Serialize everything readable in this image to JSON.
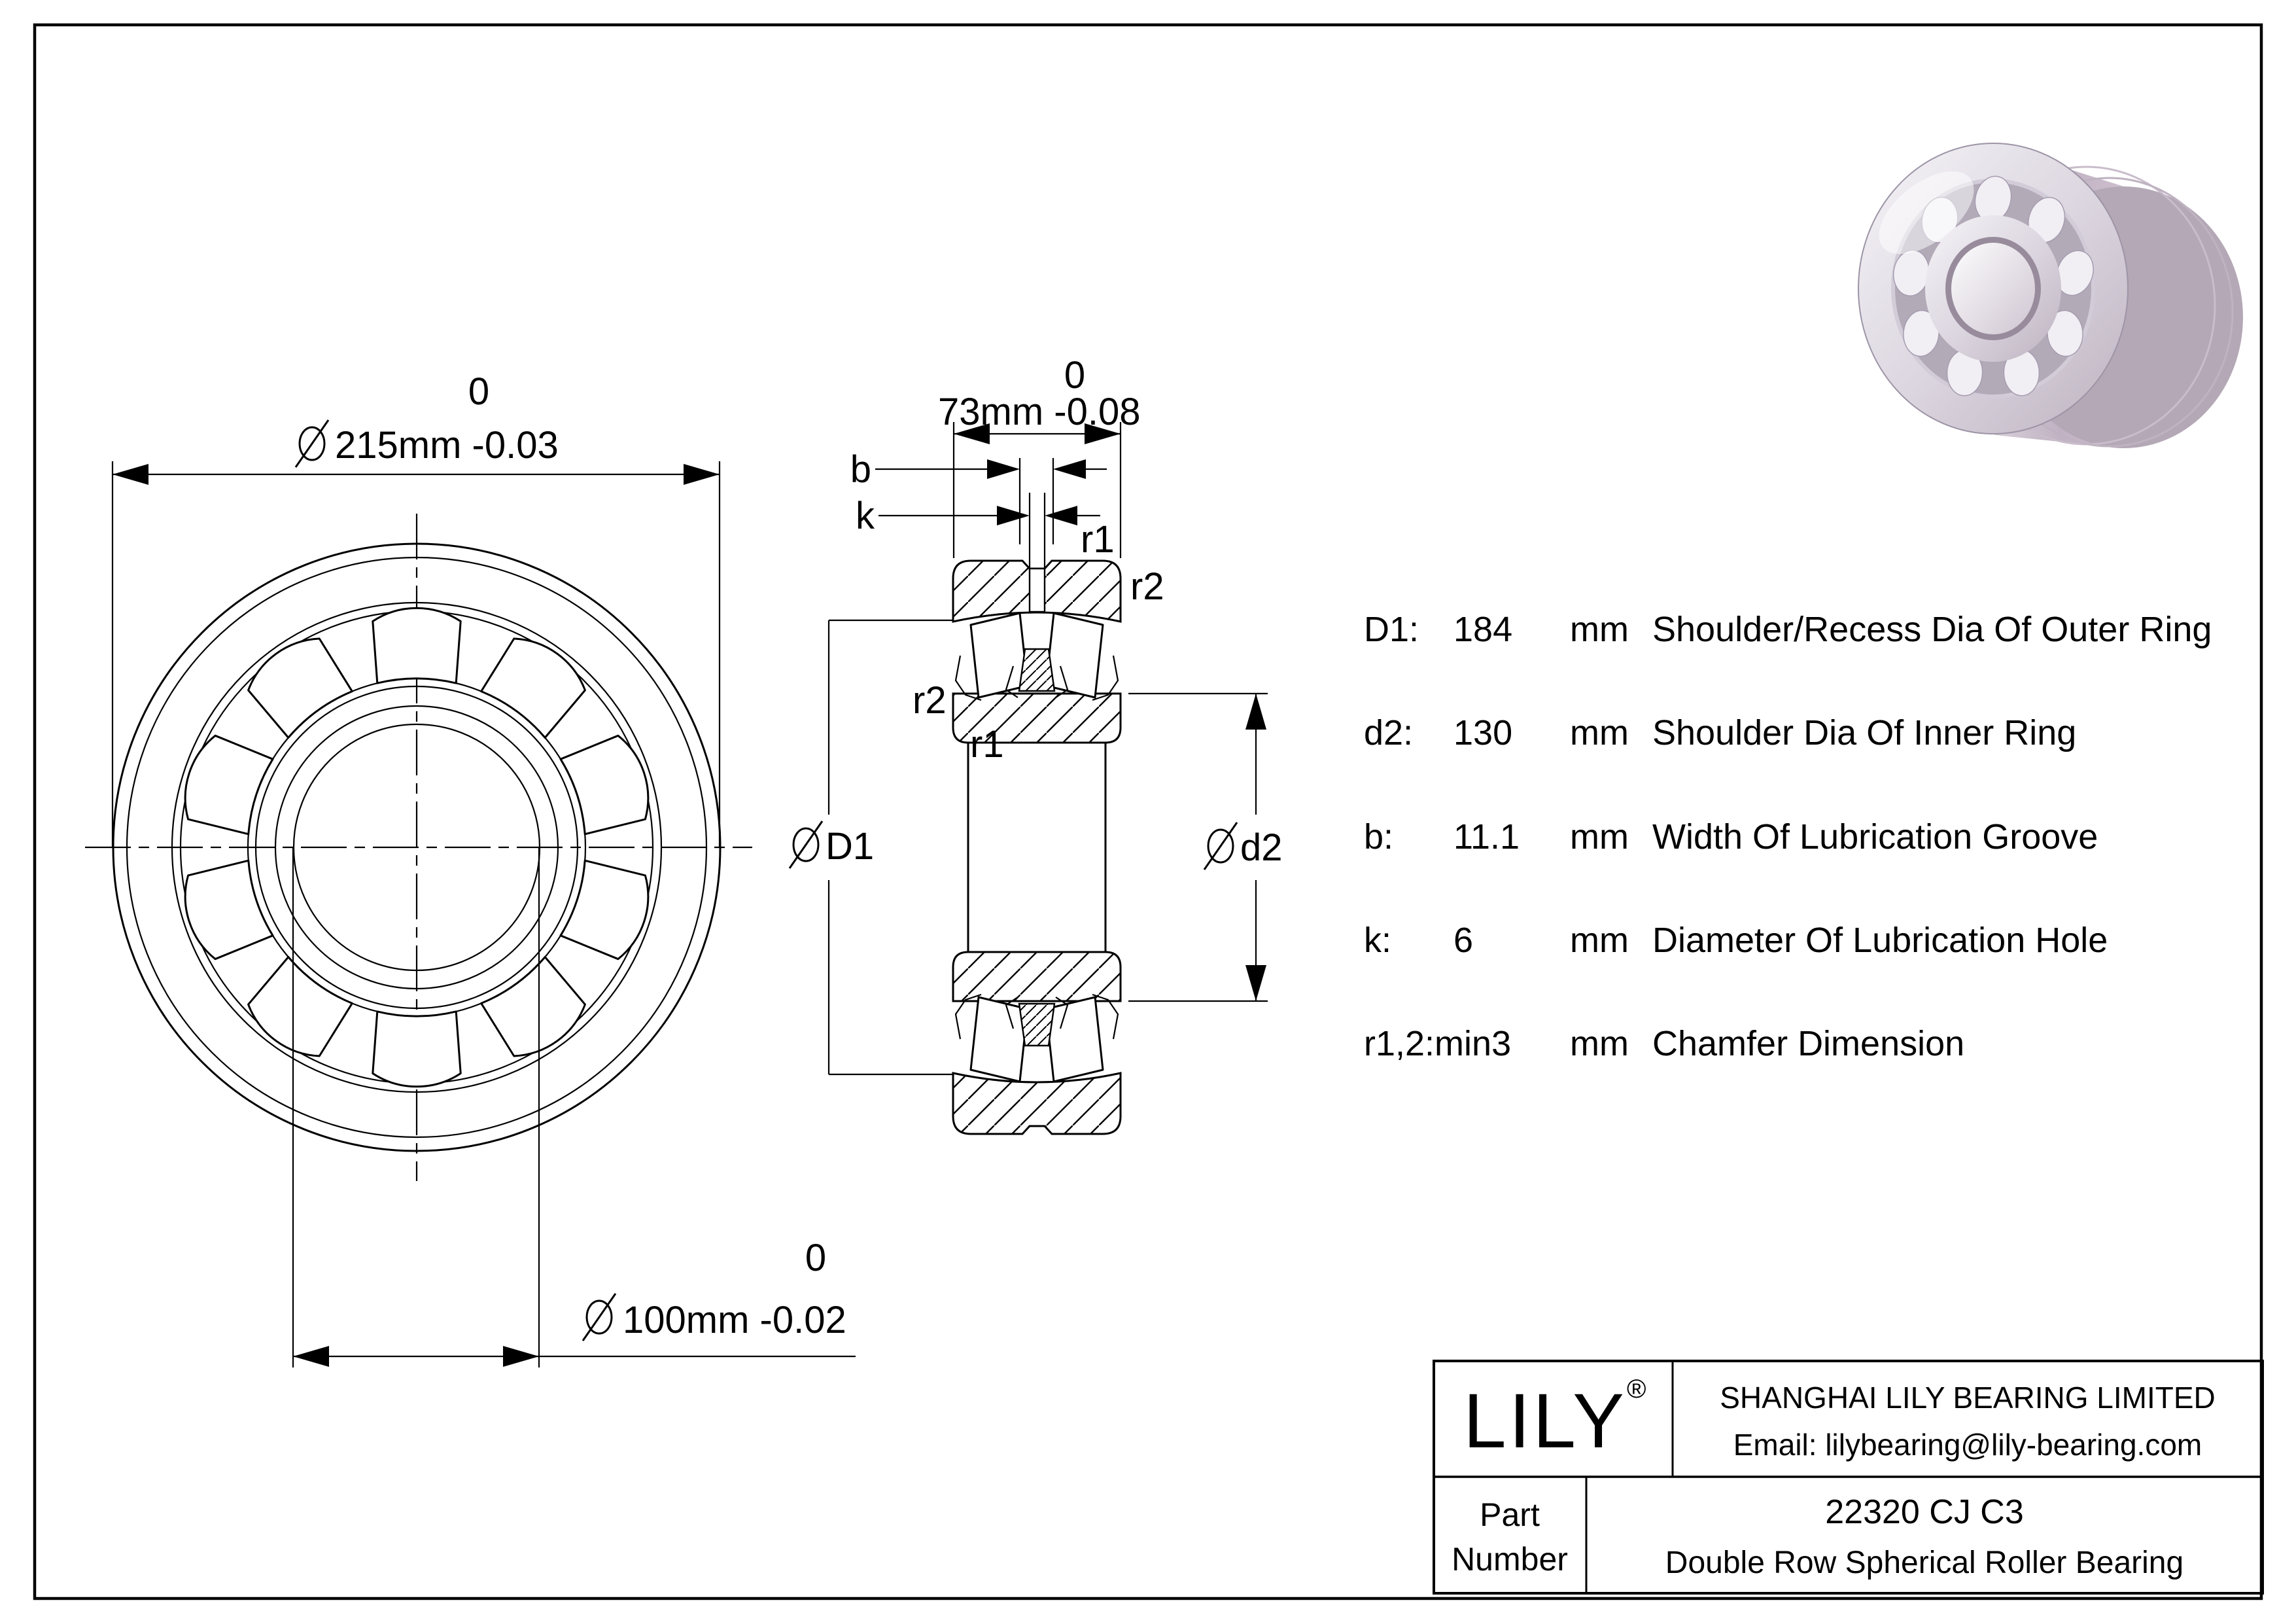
{
  "page": {
    "background": "#ffffff",
    "line_color": "#000000"
  },
  "dimensions": {
    "outer": {
      "tol": "0",
      "text": "215mm -0.03"
    },
    "bore": {
      "tol": "0",
      "text": "100mm -0.02"
    },
    "width": {
      "tol": "0",
      "text": "73mm -0.08"
    }
  },
  "labels": {
    "b": "b",
    "k": "k",
    "r1": "r1",
    "r2": "r2",
    "d1": "D1",
    "d2": "d2"
  },
  "spec_table": {
    "unit": "mm",
    "rows": [
      {
        "param": "D1:",
        "value": "184",
        "unit": "mm",
        "desc": "Shoulder/Recess Dia Of Outer Ring"
      },
      {
        "param": "d2:",
        "value": "130",
        "unit": "mm",
        "desc": "Shoulder Dia Of Inner Ring"
      },
      {
        "param": "b:",
        "value": "11.1",
        "unit": "mm",
        "desc": "Width Of Lubrication Groove"
      },
      {
        "param": "k:",
        "value": "6",
        "unit": "mm",
        "desc": "Diameter Of Lubrication Hole"
      },
      {
        "param": "r1,2:min3",
        "value": "",
        "unit": "mm",
        "desc": "Chamfer Dimension"
      }
    ]
  },
  "title_block": {
    "logo": "LILY",
    "registered_mark": "®",
    "company": "SHANGHAI LILY BEARING LIMITED",
    "email": "Email: lilybearing@lily-bearing.com",
    "part_label_line1": "Part",
    "part_label_line2": "Number",
    "part_number": "22320 CJ C3",
    "part_description": "Double Row Spherical Roller Bearing"
  }
}
